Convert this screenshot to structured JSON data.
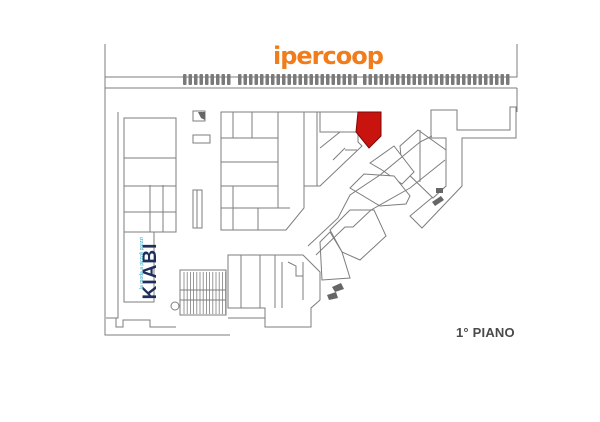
{
  "header": {
    "brand_label": "ipercoop"
  },
  "floor": {
    "label": "1° PIANO"
  },
  "tenants": {
    "kiabi_name": "KIABI",
    "kiabi_tagline": "la moda a piccoli prezzi"
  },
  "highlight": {
    "color": "#c8130f",
    "store_id": "selected-store"
  },
  "colors": {
    "brand": "#f07c1b",
    "walls": "#7d7d7d",
    "highlight": "#c8130f",
    "kiabi_navy": "#1f2f5b",
    "kiabi_blue": "#2aa4c8"
  }
}
